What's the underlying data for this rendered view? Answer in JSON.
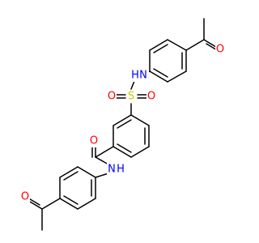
{
  "colors": {
    "bond": "#000000",
    "oxygen": "#ff0000",
    "nitrogen": "#0000ff",
    "sulfur": "#cccc00",
    "background": "#ffffff"
  },
  "atoms": {
    "o_top_acetyl": "O",
    "nh_sulfonamide": "N",
    "h_sulfonamide": "H",
    "s_sulfonyl": "S",
    "o_sulfonyl_left": "O",
    "o_sulfonyl_right": "O",
    "o_amide": "O",
    "nh_amide": "N",
    "h_amide": "H",
    "o_bottom_acetyl": "O"
  }
}
